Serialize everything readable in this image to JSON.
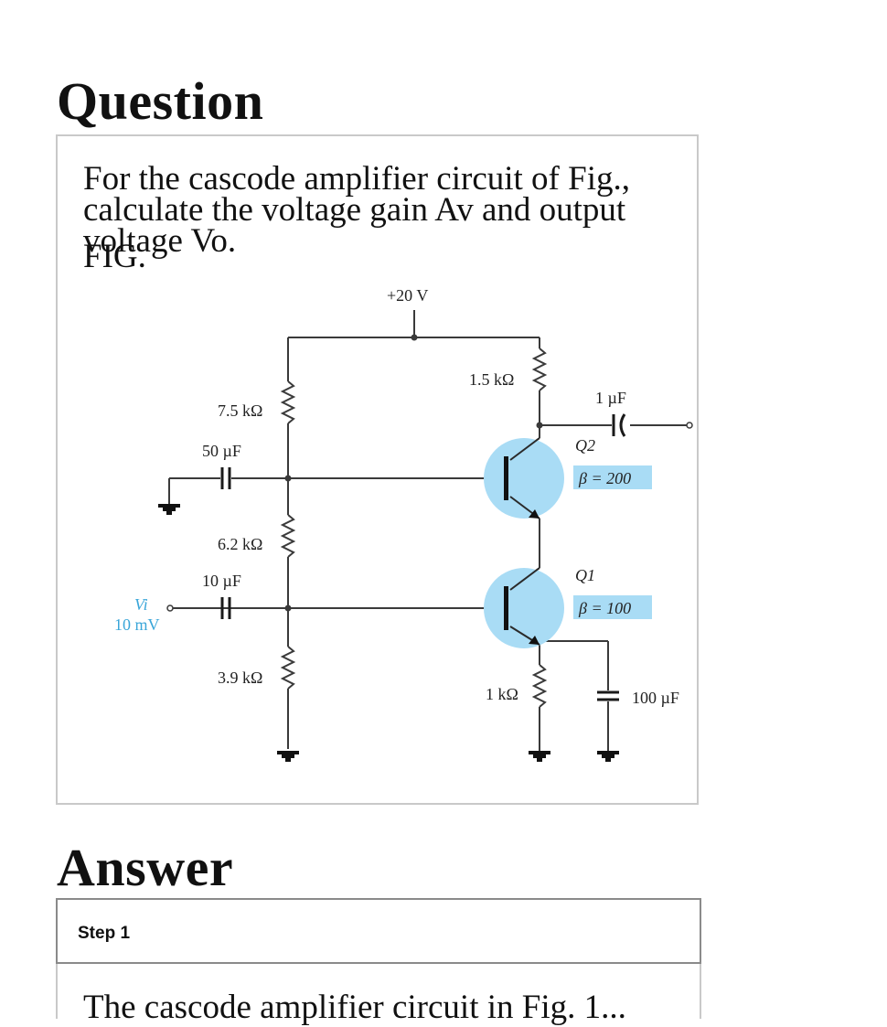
{
  "question": {
    "heading": "Question",
    "body": "For the cascode amplifier circuit of Fig., calculate the voltage gain Av and output voltage Vo.",
    "figure_label": "FIG."
  },
  "circuit": {
    "supply": "+20 V",
    "rc": "1.5 kΩ",
    "r1": "7.5 kΩ",
    "r2": "6.2 kΩ",
    "r3": "3.9 kΩ",
    "re": "1 kΩ",
    "c_base_top": "50 µF",
    "c_in": "10 µF",
    "c_out": "1 µF",
    "c_e": "100 µF",
    "q2_name": "Q2",
    "q2_beta": "β = 200",
    "q1_name": "Q1",
    "q1_beta": "β = 100",
    "vi_label": "Vi",
    "vi_value": "10 mV",
    "colors": {
      "transistor_fill": "#a9dcf5",
      "label_bg": "#a9dcf5",
      "vi_text": "#3aa6d9",
      "wire": "#3a3a3a"
    }
  },
  "answer": {
    "heading": "Answer",
    "step_label": "Step 1",
    "body_preview": "The cascode amplifier circuit in Fig. 1..."
  }
}
